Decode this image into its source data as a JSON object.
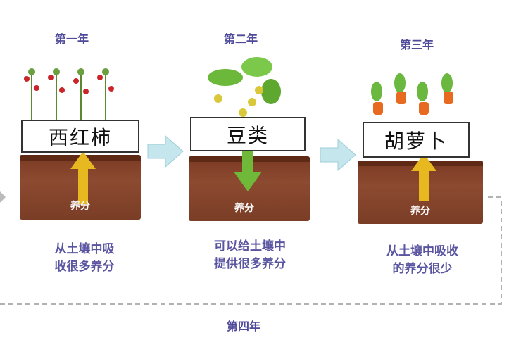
{
  "years": [
    "第一年",
    "第二年",
    "第三年",
    "第四年"
  ],
  "crops": [
    {
      "name": "西红柿",
      "nutrient": "养分",
      "arrow": "up",
      "desc": [
        "从土壤中吸",
        "收很多养分"
      ]
    },
    {
      "name": "豆类",
      "nutrient": "养分",
      "arrow": "down",
      "desc": [
        "可以给土壤中",
        "提供很多养分"
      ]
    },
    {
      "name": "胡萝卜",
      "nutrient": "养分",
      "arrow": "up",
      "desc": [
        "从土壤中吸收",
        "的养分很少"
      ]
    }
  ],
  "colors": {
    "text": "#5a55a0",
    "soil": "#8c4a30",
    "arrow_up": "#e8b820",
    "arrow_down": "#6fb83a",
    "flow_arrow": "#bfe3ea"
  }
}
